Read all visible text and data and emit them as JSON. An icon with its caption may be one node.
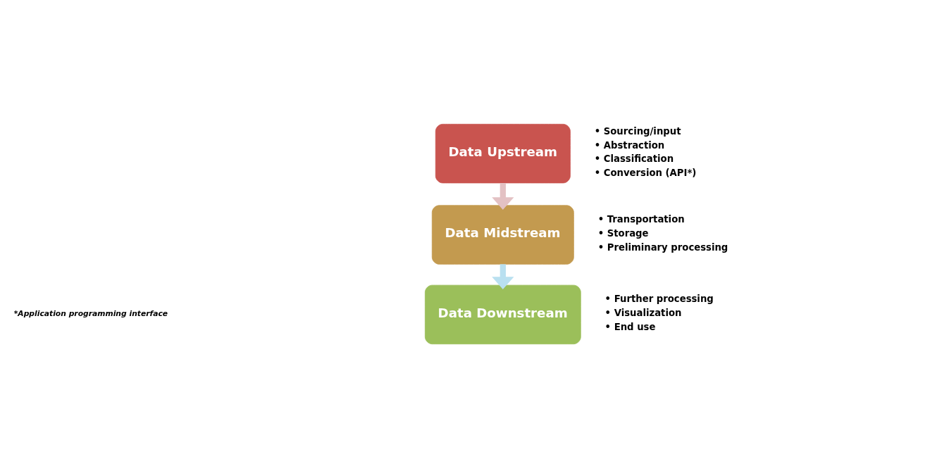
{
  "diagram": {
    "nodes": [
      {
        "text": [
          "Data Upstream"
        ],
        "beside": [
          "• Sourcing/input",
          "• Abstraction",
          "• Classification",
          "• Conversion (API*)"
        ]
      },
      {
        "text": [
          "Data Midstream"
        ],
        "beside": [
          "• Transportation",
          "• Storage",
          "• Preliminary processing"
        ]
      },
      {
        "text": [
          "Data Downstream"
        ],
        "beside": [
          "• Further processing",
          "• Visualization",
          "• End use"
        ]
      }
    ],
    "edges": [
      {
        "from": 0,
        "to": 1,
        "arrow": "to",
        "color": "#e3c1c3"
      },
      {
        "from": 1,
        "to": 2,
        "arrow": "to",
        "color": "#b9e0f0"
      }
    ],
    "labels": [
      "*Application programming interface"
    ]
  }
}
